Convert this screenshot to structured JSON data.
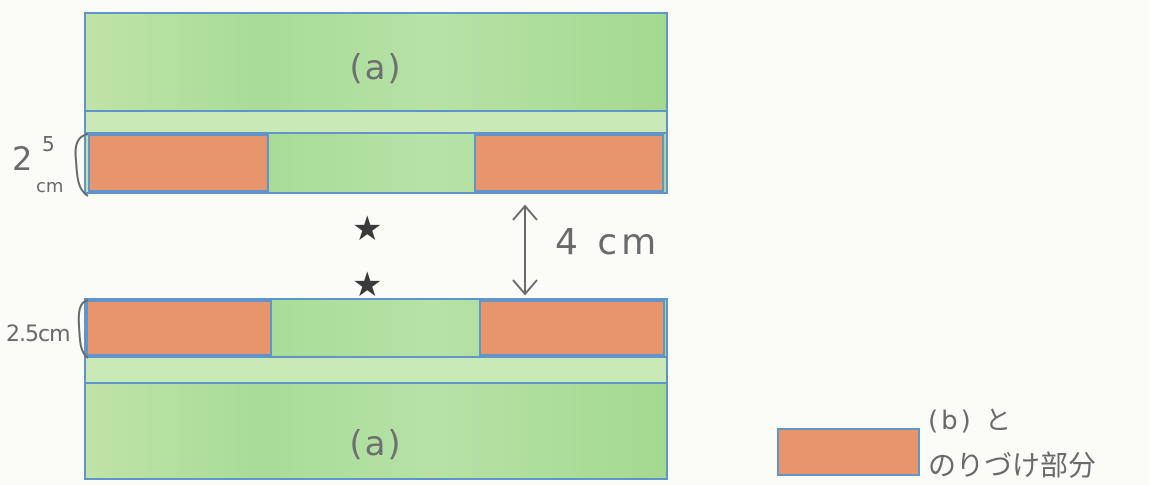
{
  "top_section": {
    "label": "(a)",
    "dimension_label_upper": "2",
    "dimension_label_sup": "5",
    "dimension_label_lower": "cm"
  },
  "bottom_section": {
    "label": "(a)",
    "dimension_label": "2.5cm"
  },
  "gap": {
    "label": "4 cm",
    "marker_top": "★",
    "marker_bottom": "★"
  },
  "legend": {
    "line1": "(b) と",
    "line2": "のりづけ部分"
  },
  "colors": {
    "green": "#b3e0a0",
    "orange": "#e8946c",
    "border": "#5f95c9",
    "marker": "#3a3a3a"
  }
}
